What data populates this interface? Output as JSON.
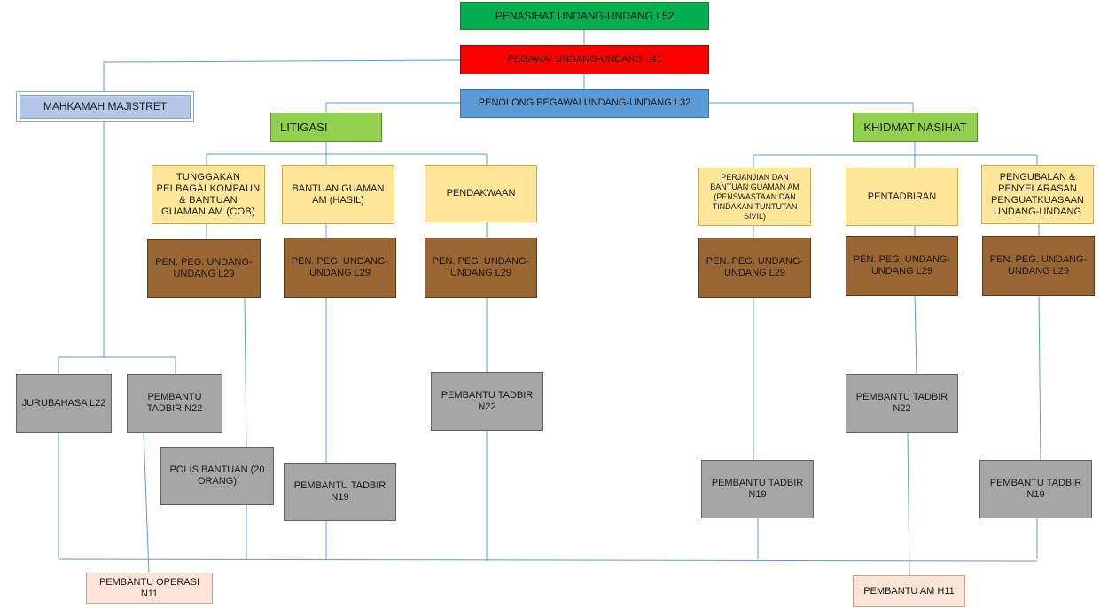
{
  "boxes": {
    "penasihat": "PENASIHAT UNDANG-UNDANG L52",
    "pegawai": "PEGAWAI  UNDANG-UNDANG   L41",
    "penolong": "PENOLONG  PEGAWAI UNDANG-UNDANG   L32",
    "majistret": "MAHKAMAH MAJISTRET",
    "litigasi": "LITIGASI",
    "khidmat": "KHIDMAT NASIHAT",
    "tunggakan": "TUNGGAKAN PELBAGAI KOMPAUN & BANTUAN GUAMAN AM (COB)",
    "bantuan_guaman": "BANTUAN GUAMAN AM (HASIL)",
    "pendakwaan": "PENDAKWAAN",
    "perjanjian": "PERJANJIAN DAN BANTUAN GUAMAN AM (PENSWASTAAN DAN TINDAKAN TUNTUTAN SIVIL)",
    "pentadbiran": "PENTADBIRAN",
    "pengubalan": "PENGUBALAN & PENYELARASAN PENGUATKUASAAN UNDANG-UNDANG",
    "l29_1": "PEN. PEG. UNDANG-UNDANG L29",
    "l29_2": "PEN. PEG. UNDANG-UNDANG L29",
    "l29_3": "PEN. PEG. UNDANG-UNDANG L29",
    "l29_4": "PEN. PEG. UNDANG-UNDANG L29",
    "l29_5": "PEN. PEG. UNDANG-UNDANG L29",
    "l29_6": "PEN. PEG. UNDANG-UNDANG L29",
    "jurubahasa": "JURUBAHASA L22",
    "ptn22_maj": "PEMBANTU TADBIR N22",
    "polis": "POLIS BANTUAN (20 ORANG)",
    "ptn19_lit": "PEMBANTU TADBIR N19",
    "ptn22_pend": "PEMBANTU TADBIR N22",
    "ptn19_perj": "PEMBANTU TADBIR N19",
    "ptn22_pent": "PEMBANTU TADBIR N22",
    "ptn19_peng": "PEMBANTU TADBIR N19",
    "operasi": "PEMBANTU OPERASI N11",
    "pembantu_am": "PEMBANTU AM H11"
  },
  "colors": {
    "connector": "#5b9bd5",
    "green": "#00b050",
    "red": "#ff0000",
    "blue": "#5b9bd5",
    "light_green": "#92d050",
    "yellow": "#ffe699",
    "brown": "#996633",
    "gray": "#a6a6a6",
    "peach": "#fce4d6",
    "majistret": "#b4c7e7"
  }
}
